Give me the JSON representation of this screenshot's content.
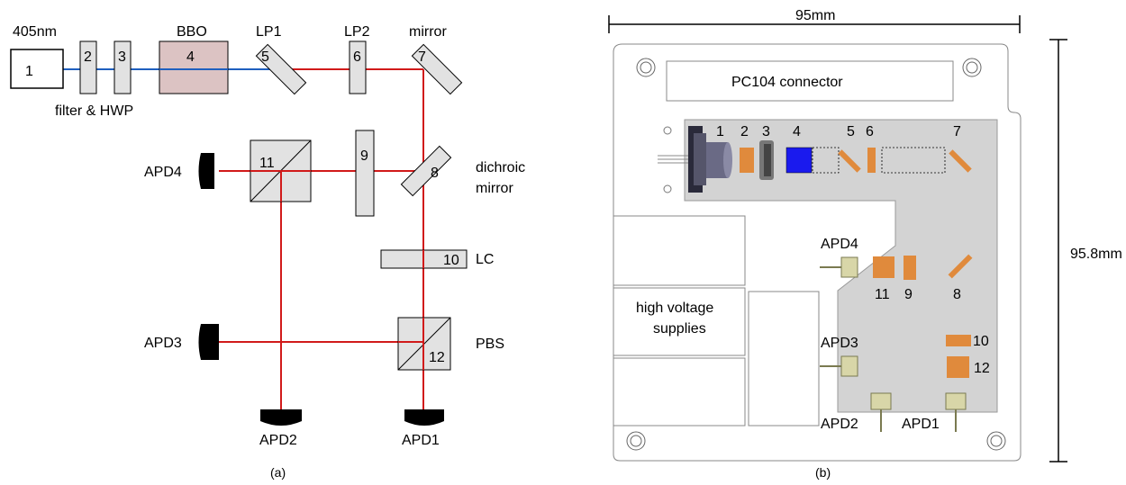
{
  "panel_a": {
    "caption": "(a)",
    "labels": {
      "wavelength": "405nm",
      "bbo": "BBO",
      "lp1": "LP1",
      "lp2": "LP2",
      "mirror": "mirror",
      "filter_hwp": "filter & HWP",
      "dichroic_1": "dichroic",
      "dichroic_2": "mirror",
      "lc": "LC",
      "pbs": "PBS",
      "apd1": "APD1",
      "apd2": "APD2",
      "apd3": "APD3",
      "apd4": "APD4"
    },
    "numbers": {
      "n1": "1",
      "n2": "2",
      "n3": "3",
      "n4": "4",
      "n5": "5",
      "n6": "6",
      "n7": "7",
      "n8": "8",
      "n9": "9",
      "n10": "10",
      "n11": "11",
      "n12": "12"
    }
  },
  "panel_b": {
    "caption": "(b)",
    "width_dim": "95mm",
    "height_dim": "95.8mm",
    "connector": "PC104 connector",
    "hv_line1": "high voltage",
    "hv_line2": "supplies",
    "apd1": "APD1",
    "apd2": "APD2",
    "apd3": "APD3",
    "apd4": "APD4",
    "numbers": {
      "n1": "1",
      "n2": "2",
      "n3": "3",
      "n4": "4",
      "n5": "5",
      "n6": "6",
      "n7": "7",
      "n8": "8",
      "n9": "9",
      "n10": "10",
      "n11": "11",
      "n12": "12"
    }
  },
  "colors": {
    "blue_beam": "#1f5fbf",
    "red_beam": "#d11a1a",
    "component_fill": "#e2e2e2",
    "bbo_fill": "#dcc3c3",
    "board_fill": "#d3d3d3",
    "orange": "#e08a3c",
    "blue_crystal": "#1a1aee"
  }
}
